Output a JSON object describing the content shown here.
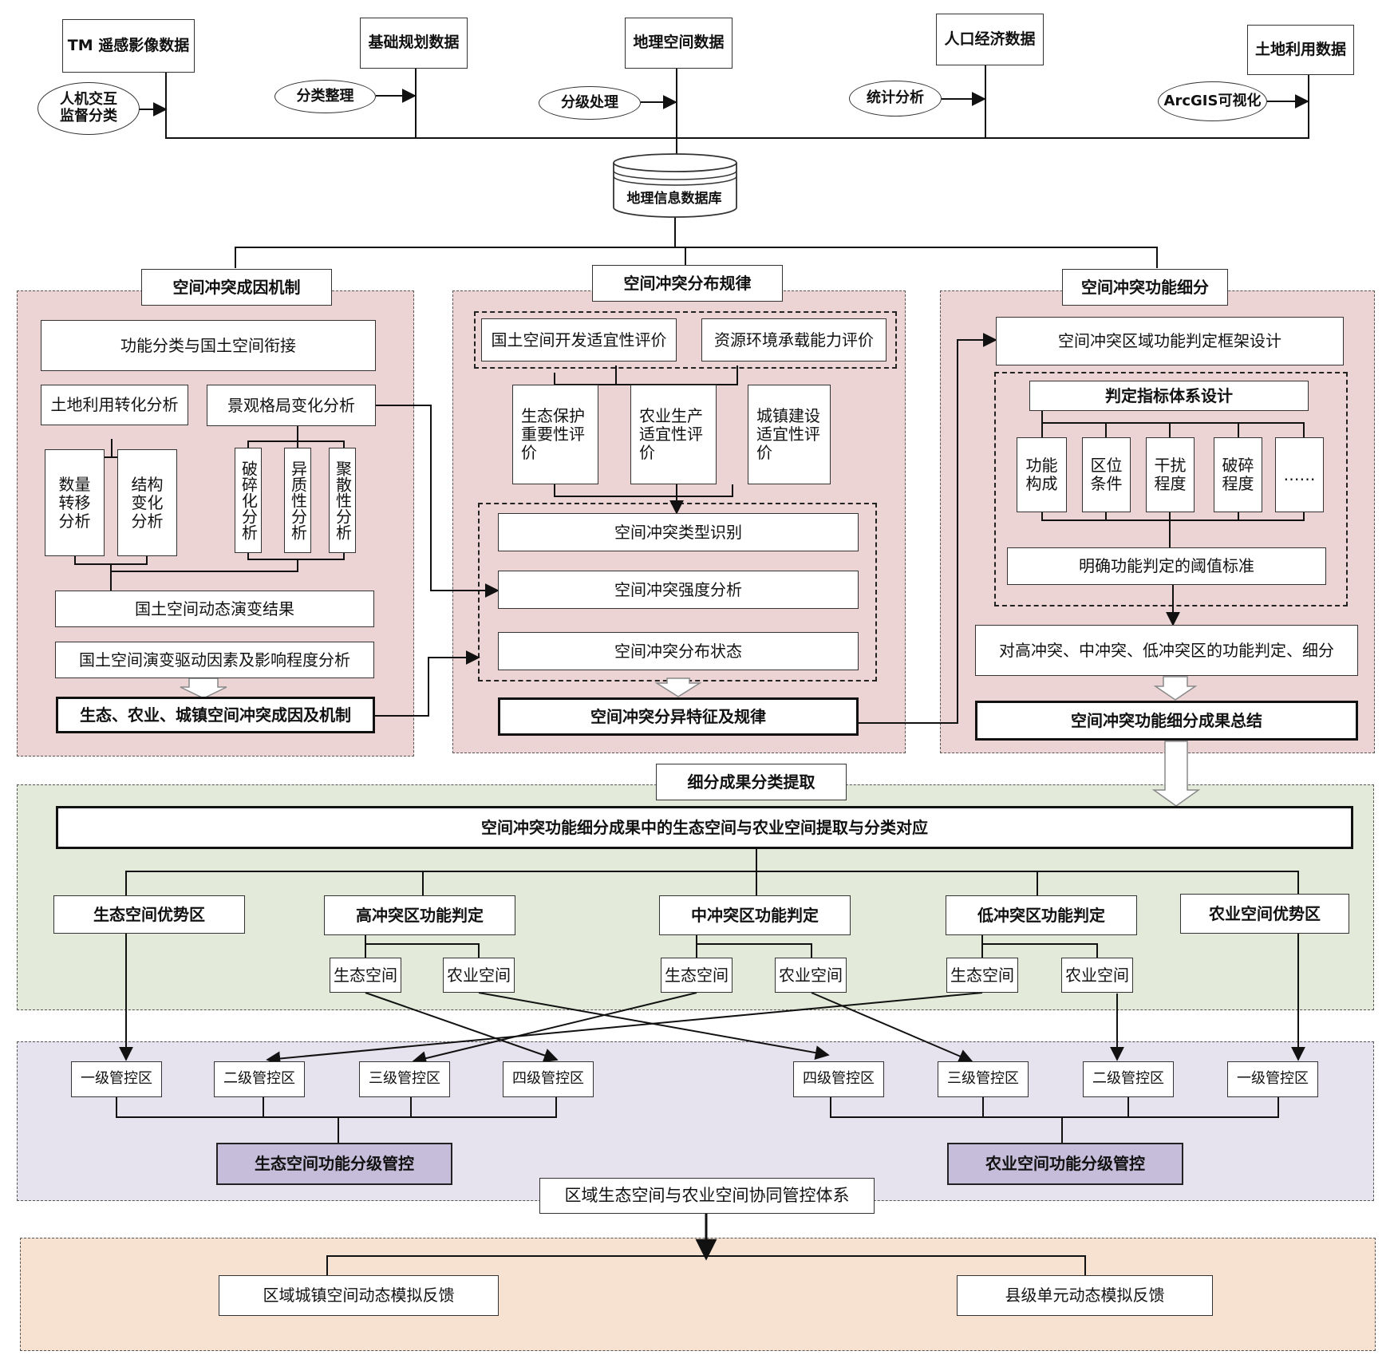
{
  "sources": {
    "tm": "TM 遥感影像数据",
    "plan": "基础规划数据",
    "geo": "地理空间数据",
    "pop": "人口经济数据",
    "land": "土地利用数据"
  },
  "processes": {
    "tm": "人机交互\n监督分类",
    "plan": "分类整理",
    "geo": "分级处理",
    "pop": "统计分析",
    "land": "ArcGIS可视化"
  },
  "database": "地理信息数据库",
  "mechanism": {
    "title": "空间冲突成因机制",
    "top": "功能分类与国土空间衔接",
    "landuse": "土地利用转化分析",
    "landscape": "景观格局变化分析",
    "quantity": "数量转移分析",
    "structure": "结构变化分析",
    "fragment": "破碎化分析",
    "hetero": "异质性分析",
    "aggregate": "聚散性分析",
    "dynamic": "国土空间动态演变结果",
    "drivers": "国土空间演变驱动因素及影响程度分析",
    "result": "生态、农业、城镇空间冲突成因及机制"
  },
  "distribution": {
    "title": "空间冲突分布规律",
    "dev": "国土空间开发适宜性评价",
    "capacity": "资源环境承载能力评价",
    "eco": "生态保护重要性评价",
    "agri": "农业生产适宜性评价",
    "urban": "城镇建设适宜性评价",
    "type": "空间冲突类型识别",
    "intensity": "空间冲突强度分析",
    "state": "空间冲突分布状态",
    "result": "空间冲突分异特征及规律"
  },
  "subdivision": {
    "title": "空间冲突功能细分",
    "framework": "空间冲突区域功能判定框架设计",
    "index": "判定指标体系设计",
    "f1": "功能构成",
    "f2": "区位条件",
    "f3": "干扰程度",
    "f4": "破碎程度",
    "f5": "……",
    "threshold": "明确功能判定的阈值标准",
    "judge": "对高冲突、中冲突、低冲突区的功能判定、细分",
    "result": "空间冲突功能细分成果总结"
  },
  "extraction": {
    "title": "细分成果分类提取",
    "main": "空间冲突功能细分成果中的生态空间与农业空间提取与分类对应",
    "ecoAdv": "生态空间优势区",
    "high": "高冲突区功能判定",
    "mid": "中冲突区功能判定",
    "low": "低冲突区功能判定",
    "agriAdv": "农业空间优势区",
    "ecoSpace": "生态空间",
    "agriSpace": "农业空间"
  },
  "control": {
    "l1": "一级管控区",
    "l2": "二级管控区",
    "l3": "三级管控区",
    "l4": "四级管控区",
    "ecoCtrl": "生态空间功能分级管控",
    "agriCtrl": "农业空间功能分级管控",
    "system": "区域生态空间与农业空间协同管控体系"
  },
  "feedback": {
    "urban": "区域城镇空间动态模拟反馈",
    "county": "县级单元动态模拟反馈"
  }
}
